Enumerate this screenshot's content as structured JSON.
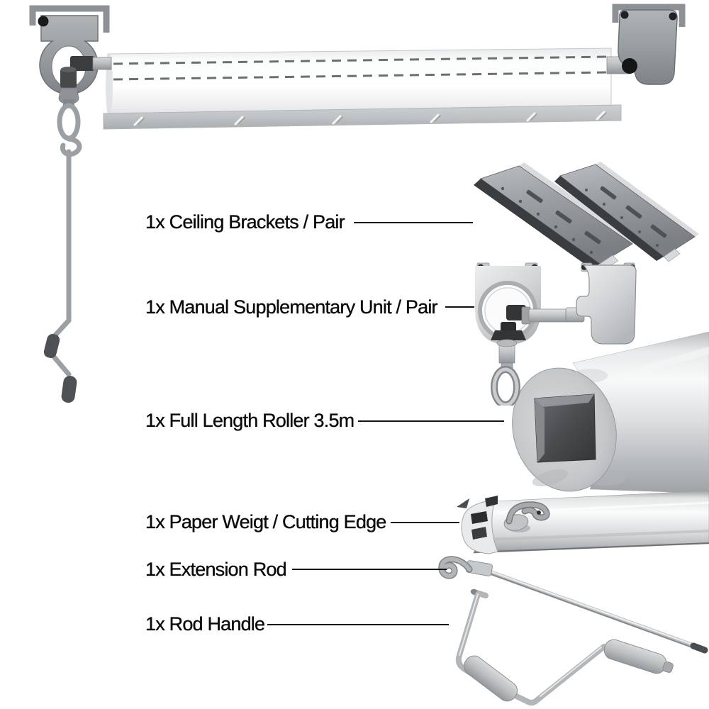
{
  "diagram": {
    "kind": "product-parts-diagram",
    "parts": [
      {
        "id": "ceiling-brackets",
        "label": "1x Ceiling Brackets / Pair"
      },
      {
        "id": "manual-supplementary-unit",
        "label": "1x Manual Supplementary Unit / Pair"
      },
      {
        "id": "full-length-roller",
        "label": "1x Full Length Roller 3.5m"
      },
      {
        "id": "paper-weight-cutting-edge",
        "label": "1x Paper Weigt / Cutting Edge"
      },
      {
        "id": "extension-rod",
        "label": "1x Extension Rod"
      },
      {
        "id": "rod-handle",
        "label": "1x Rod Handle"
      }
    ],
    "colors": {
      "background": "#ffffff",
      "label_text": "#0a0a0a",
      "callout_line": "#121212",
      "illustration_gray": "#9aa0a4",
      "grip_dark": "#4e5153",
      "metal_light": "#e8eaeb",
      "metal_mid": "#b7babd",
      "metal_dark": "#55585b"
    }
  }
}
